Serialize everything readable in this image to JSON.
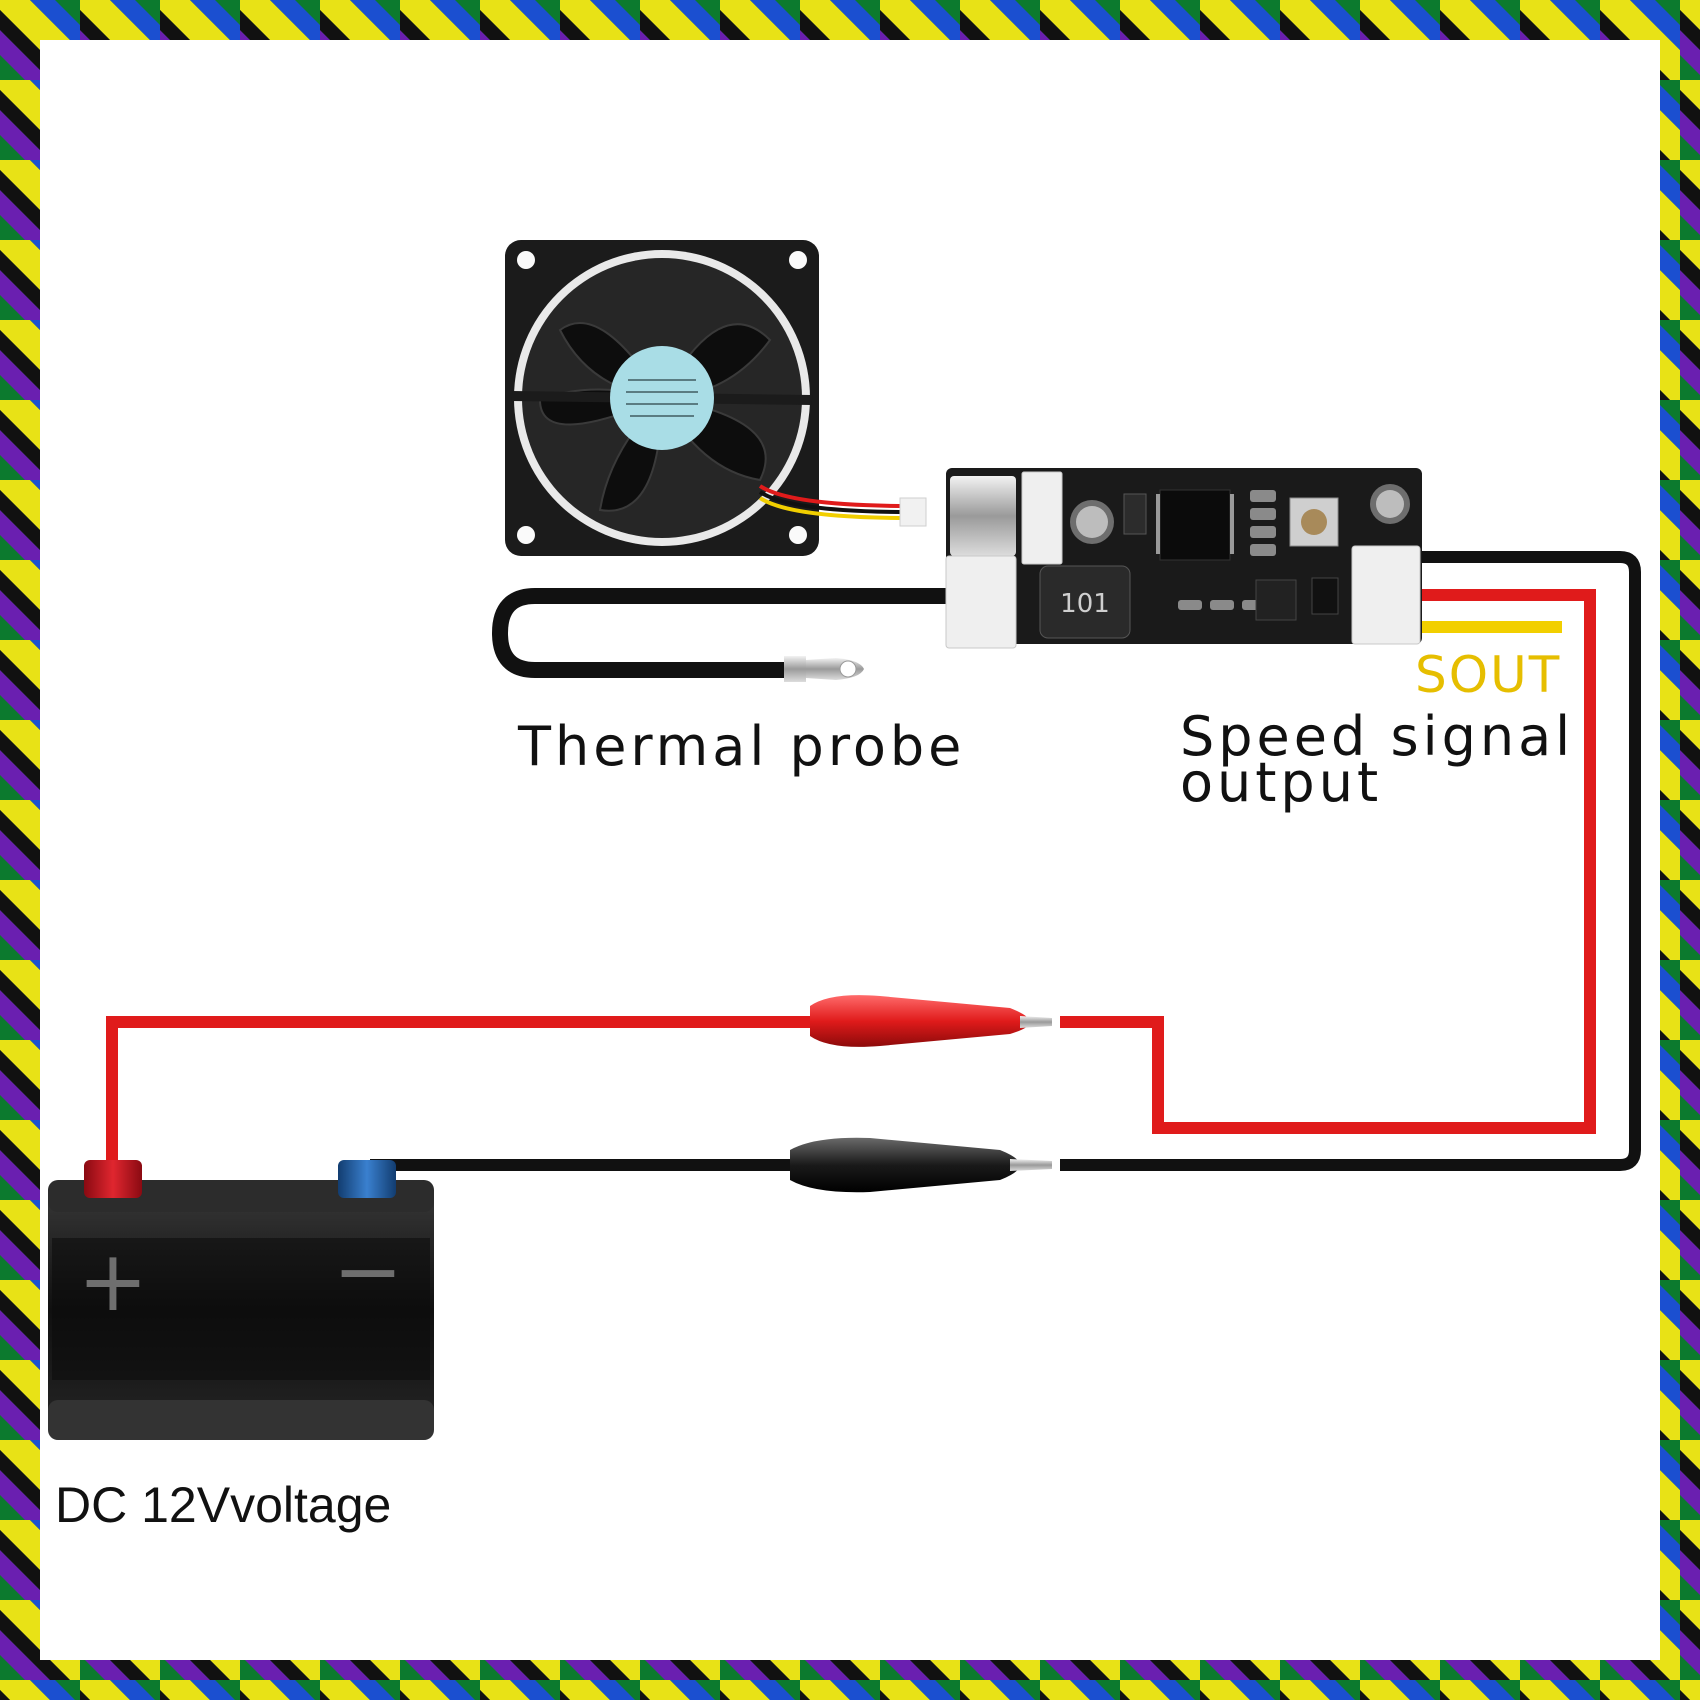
{
  "labels": {
    "thermal_probe": "Thermal probe",
    "speed_signal": "Speed signal output",
    "sout": "SOUT",
    "dc_voltage": "DC 12Vvoltage",
    "pcb_inductor": "101",
    "battery_plus": "+",
    "battery_minus": "−"
  },
  "colors": {
    "wire_red": "#e01b1b",
    "wire_black": "#111111",
    "wire_yellow": "#f2cf00",
    "sout_text": "#e6be00",
    "battery_pos_terminal": "#c8101c",
    "battery_neg_terminal": "#1f5fa8",
    "pcb": "#1a1a1a",
    "border_pattern": [
      "#1b4fd0",
      "#e8e216",
      "#0c7a2e",
      "#6a1fb0",
      "#111111"
    ]
  },
  "icons": {
    "fan": "cooling-fan-icon",
    "controller": "pwm-controller-board-icon",
    "probe": "thermal-probe-icon",
    "battery": "battery-icon",
    "clip": "alligator-clip-icon"
  }
}
